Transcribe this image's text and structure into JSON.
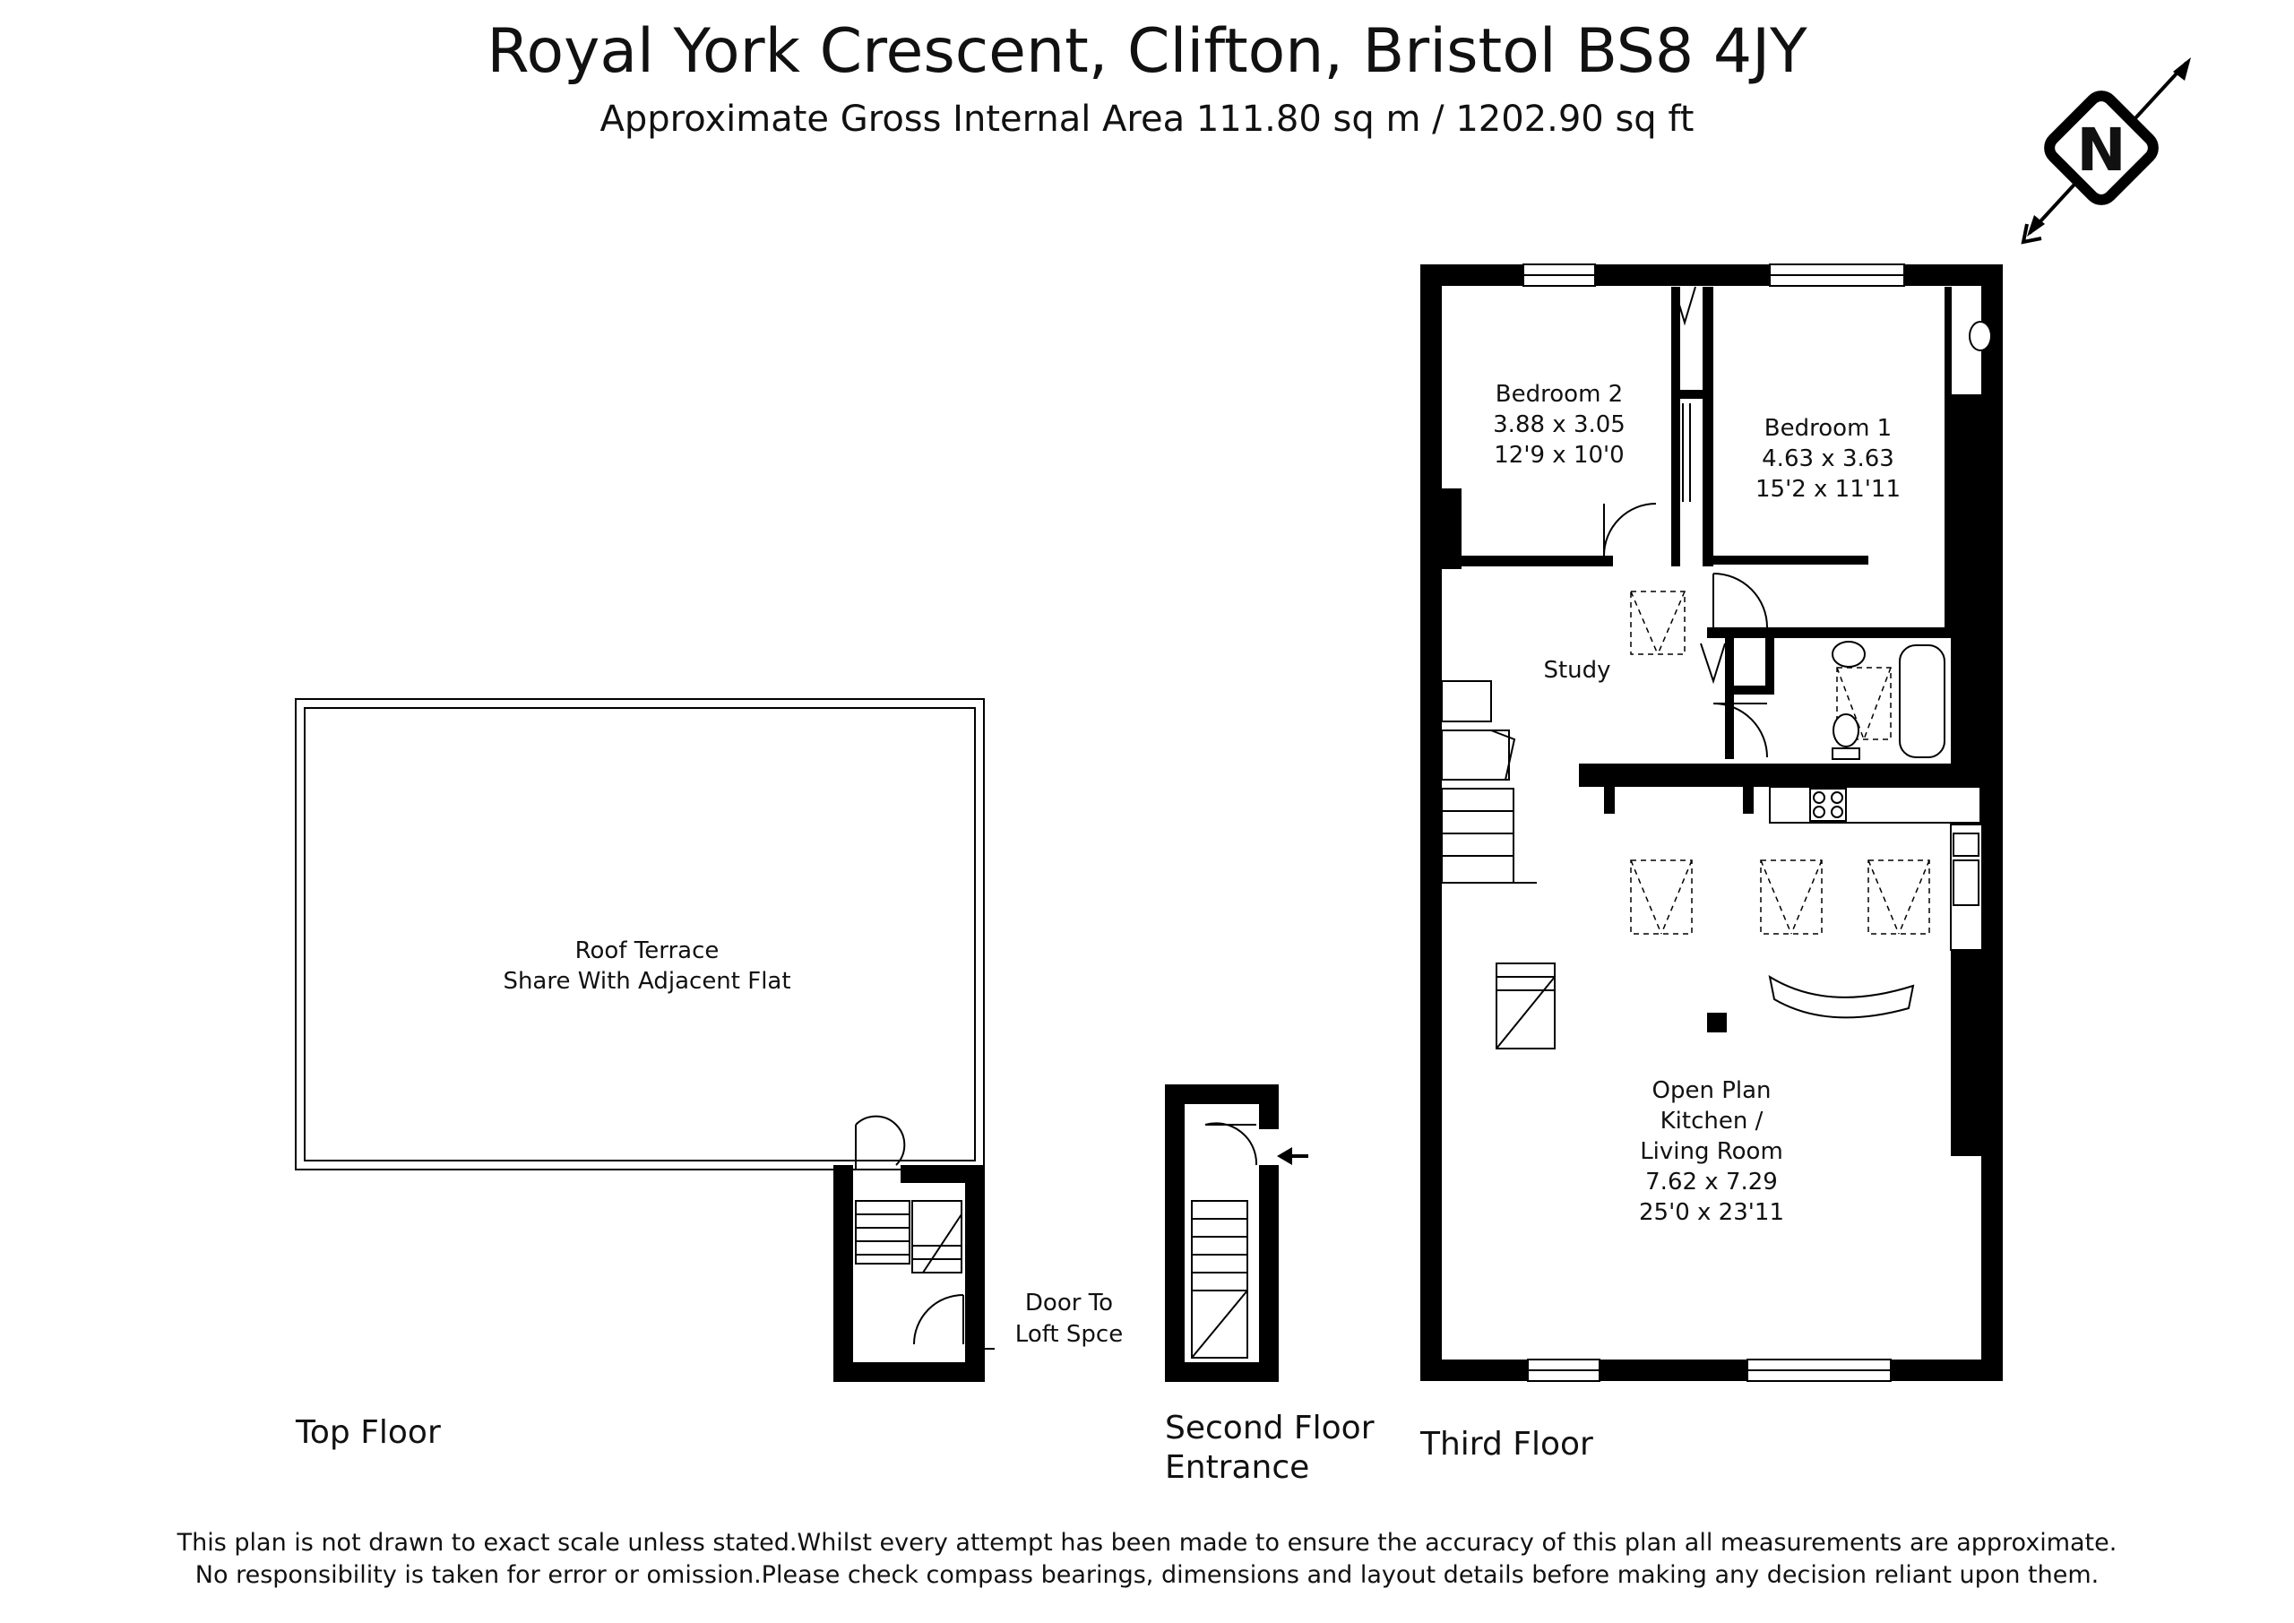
{
  "header": {
    "title": "Royal York Crescent, Clifton, Bristol BS8 4JY",
    "subtitle": "Approximate Gross Internal Area 111.80 sq m / 1202.90 sq ft"
  },
  "compass": {
    "letter": "N",
    "icon": "north-arrow-icon"
  },
  "rooms": {
    "bedroom2": {
      "name": "Bedroom 2",
      "metric": "3.88 x 3.05",
      "imperial": "12'9 x 10'0"
    },
    "bedroom1": {
      "name": "Bedroom 1",
      "metric": "4.63 x 3.63",
      "imperial": "15'2 x 11'11"
    },
    "study": {
      "name": "Study"
    },
    "living": {
      "name_line1": "Open Plan",
      "name_line2": "Kitchen /",
      "name_line3": "Living Room",
      "metric": "7.62 x 7.29",
      "imperial": "25'0 x 23'11"
    },
    "terrace": {
      "line1": "Roof Terrace",
      "line2": "Share With Adjacent Flat"
    },
    "loft_door": {
      "line1": "Door To",
      "line2": "Loft Spce"
    }
  },
  "floors": {
    "top": "Top Floor",
    "second_line1": "Second Floor",
    "second_line2": "Entrance",
    "third": "Third Floor"
  },
  "disclaimer": {
    "line1": "This plan is not drawn to exact scale unless stated.Whilst every attempt has been made to ensure the accuracy of this plan all measurements are approximate.",
    "line2": "No responsibility is taken for error or omission.Please check compass bearings, dimensions and layout details before making any decision reliant upon them."
  },
  "colors": {
    "walls": "#000000",
    "background": "#ffffff"
  }
}
